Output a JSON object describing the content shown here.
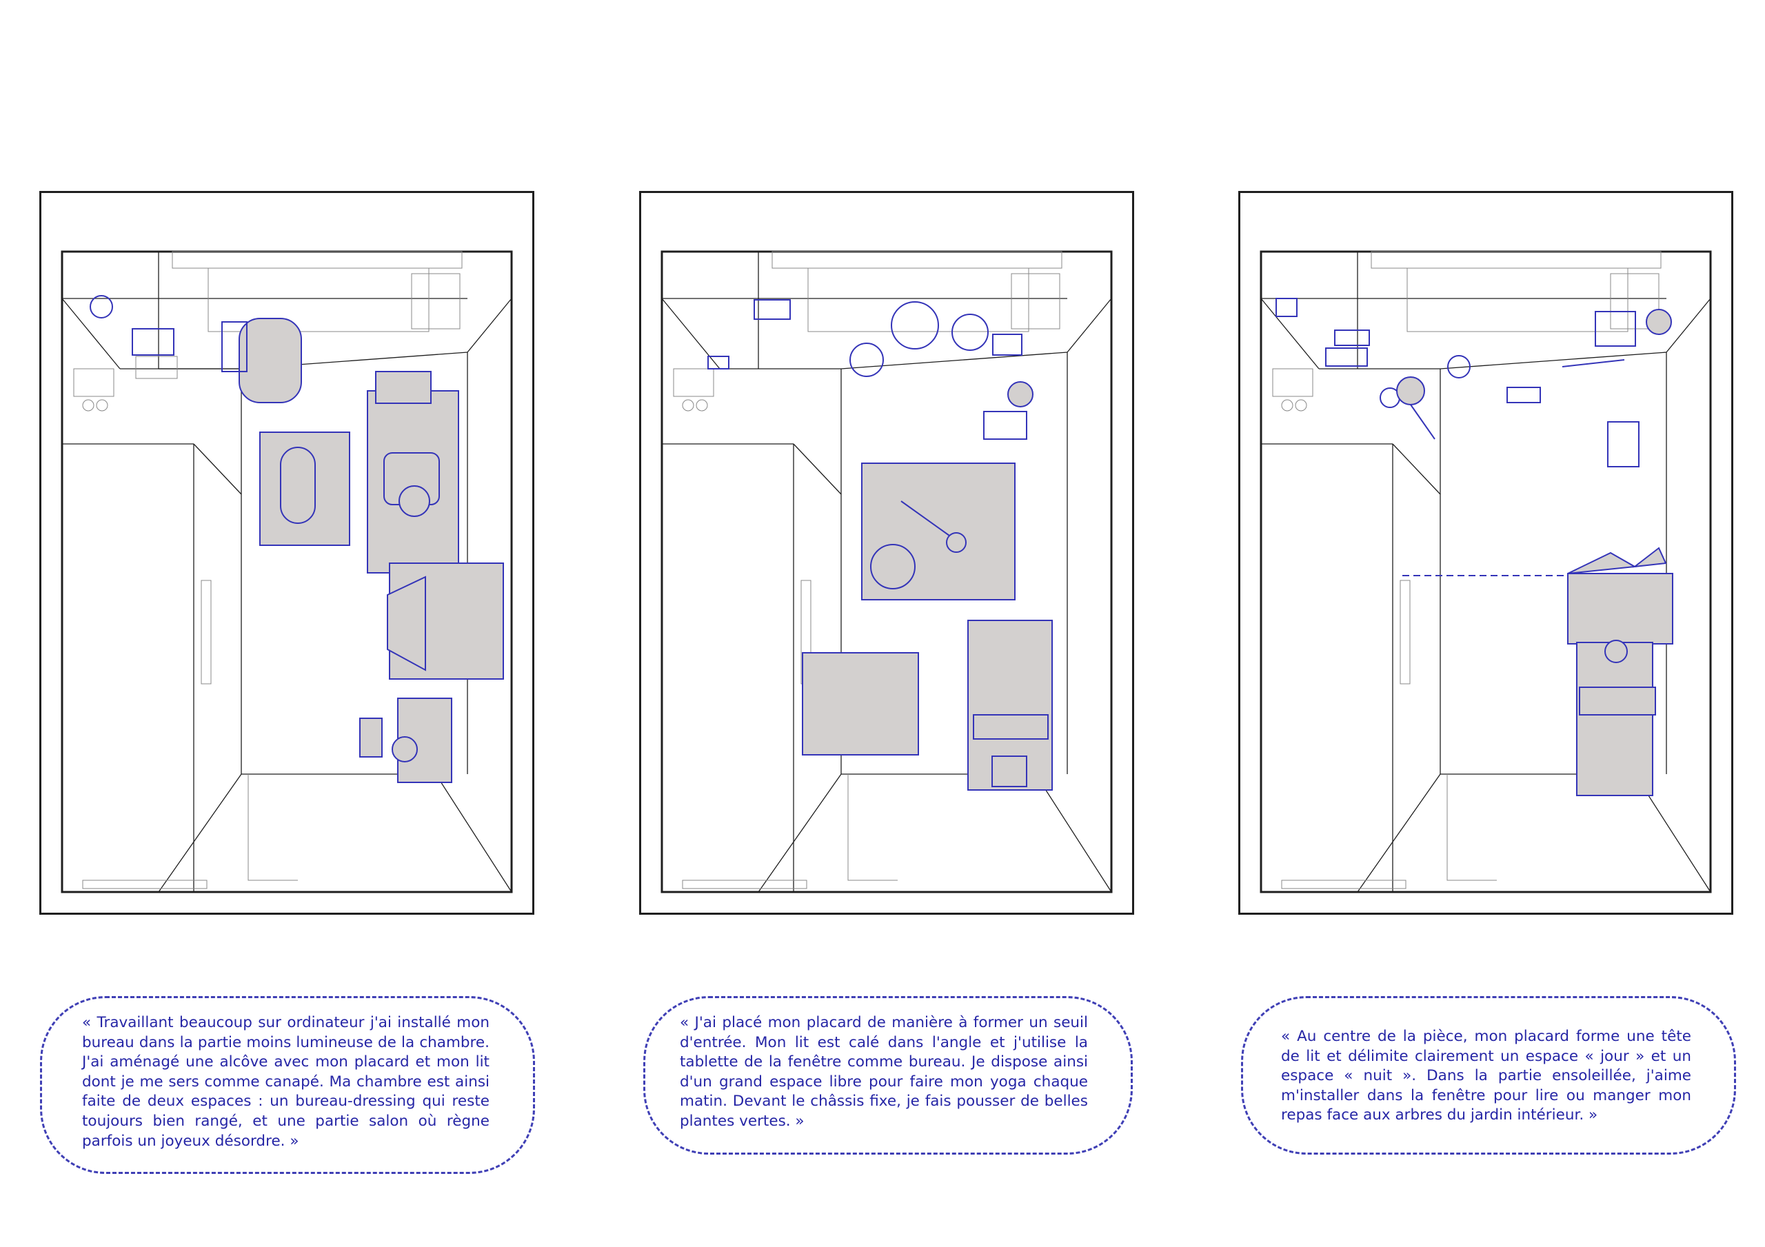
{
  "colors": {
    "line": "#1f1f1f",
    "furniture_outline": "#3434b8",
    "furniture_fill": "#d3d0cf",
    "quote_text": "#2626a6",
    "quote_border": "#3f3fb5"
  },
  "icons": [
    "person-icon",
    "sofa-icon",
    "table-icon",
    "desk-icon",
    "wardrobe-icon",
    "bed-icon",
    "plant-icon",
    "yoga-ball-icon",
    "chair-icon",
    "kitchenette-icon"
  ],
  "panels": [
    {
      "id": "panel-1",
      "quote": "« Travaillant beaucoup sur ordinateur j'ai installé mon bureau dans la partie moins lumineuse de la chambre. J'ai aménagé une alcôve avec mon placard et mon lit dont je me sers comme canapé. Ma chambre est ainsi faite de deux espaces : un bureau-dressing qui reste toujours bien rangé, et une partie salon où règne parfois un joyeux désordre. »"
    },
    {
      "id": "panel-2",
      "quote": "« J'ai placé mon placard de manière à former un seuil d'entrée. Mon lit est calé dans l'angle et j'utilise la tablette de la fenêtre comme bureau. Je dispose ainsi d'un grand espace libre pour faire mon yoga chaque matin. Devant le châssis fixe, je fais pousser de belles plantes vertes. »"
    },
    {
      "id": "panel-3",
      "quote": "« Au centre de la pièce, mon placard forme une tête de lit et délimite clairement un espace « jour » et un espace « nuit ». Dans la partie ensoleillée, j'aime m'installer dans la fenêtre pour lire ou manger mon repas face aux arbres du jardin intérieur. »"
    }
  ]
}
